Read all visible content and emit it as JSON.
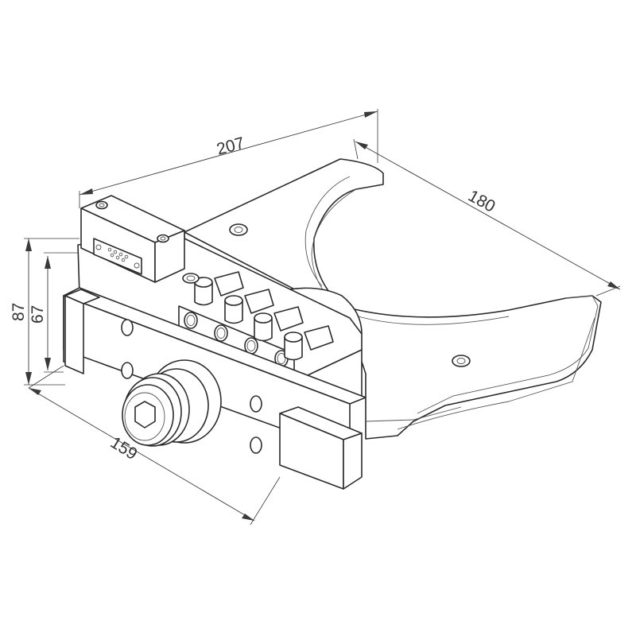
{
  "dimensions": {
    "length": "207",
    "depth": "180",
    "width": "159",
    "height_total": "87",
    "height_body": "67"
  },
  "colors": {
    "line": "#2b2b2b",
    "background": "#ffffff"
  }
}
